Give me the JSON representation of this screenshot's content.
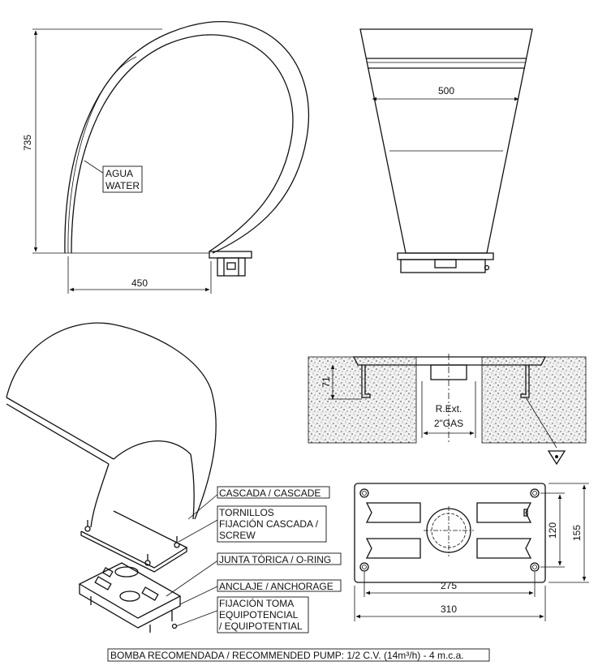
{
  "side_view": {
    "height_dim": "735",
    "width_dim": "450",
    "water_label_es": "AGUA",
    "water_label_en": "WATER"
  },
  "front_view": {
    "width_dim": "500"
  },
  "section_view": {
    "depth_dim": "71",
    "thread_line1": "R.Ext.",
    "thread_line2": "2\"GAS"
  },
  "plan_view": {
    "inner_width_dim": "275",
    "outer_width_dim": "310",
    "inner_height_dim": "120",
    "outer_height_dim": "155"
  },
  "callouts": {
    "cascade": "CASCADA / CASCADE",
    "screws_line1": "TORNILLOS",
    "screws_line2": "FIJACIÓN CASCADA /",
    "screws_line3": "SCREW",
    "oring": "JUNTA TÓRICA / O-RING",
    "anchorage": "ANCLAJE / ANCHORAGE",
    "equip_line1": "FIJACIÓN TOMA",
    "equip_line2": "EQUIPOTENCIAL",
    "equip_line3": "/ EQUIPOTENTIAL"
  },
  "footer": {
    "pump_text": "BOMBA RECOMENDADA / RECOMMENDED PUMP: 1/2 C.V. (14m³/h) - 4 m.c.a."
  }
}
